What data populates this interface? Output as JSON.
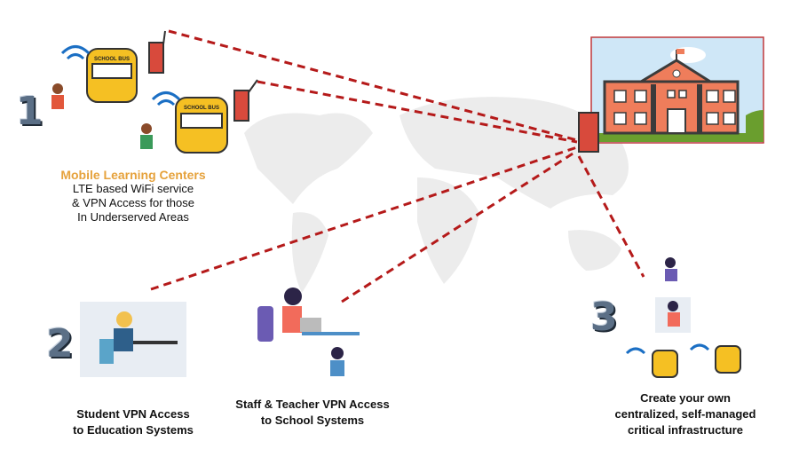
{
  "colors": {
    "link_line": "#b51a1a",
    "accent_orange": "#e6a23c",
    "school_border": "#c0393b",
    "number": "#5b6f86"
  },
  "section1": {
    "number": "1",
    "title": "Mobile Learning Centers",
    "lines": [
      "LTE based WiFi service",
      "& VPN Access for those",
      "In Underserved Areas"
    ],
    "bus_label": "SCHOOL BUS"
  },
  "section2": {
    "number": "2",
    "student_caption": [
      "Student VPN Access",
      "to Education Systems"
    ],
    "staff_caption": [
      "Staff & Teacher VPN Access",
      "to School Systems"
    ]
  },
  "section3": {
    "number": "3",
    "caption": [
      "Create your own",
      "centralized, self-managed",
      "critical infrastructure"
    ]
  },
  "icons": [
    "wifi-icon",
    "router-icon",
    "school-bus-icon",
    "school-building-icon",
    "world-map",
    "student-laptop-icon",
    "teacher-desk-icon"
  ]
}
